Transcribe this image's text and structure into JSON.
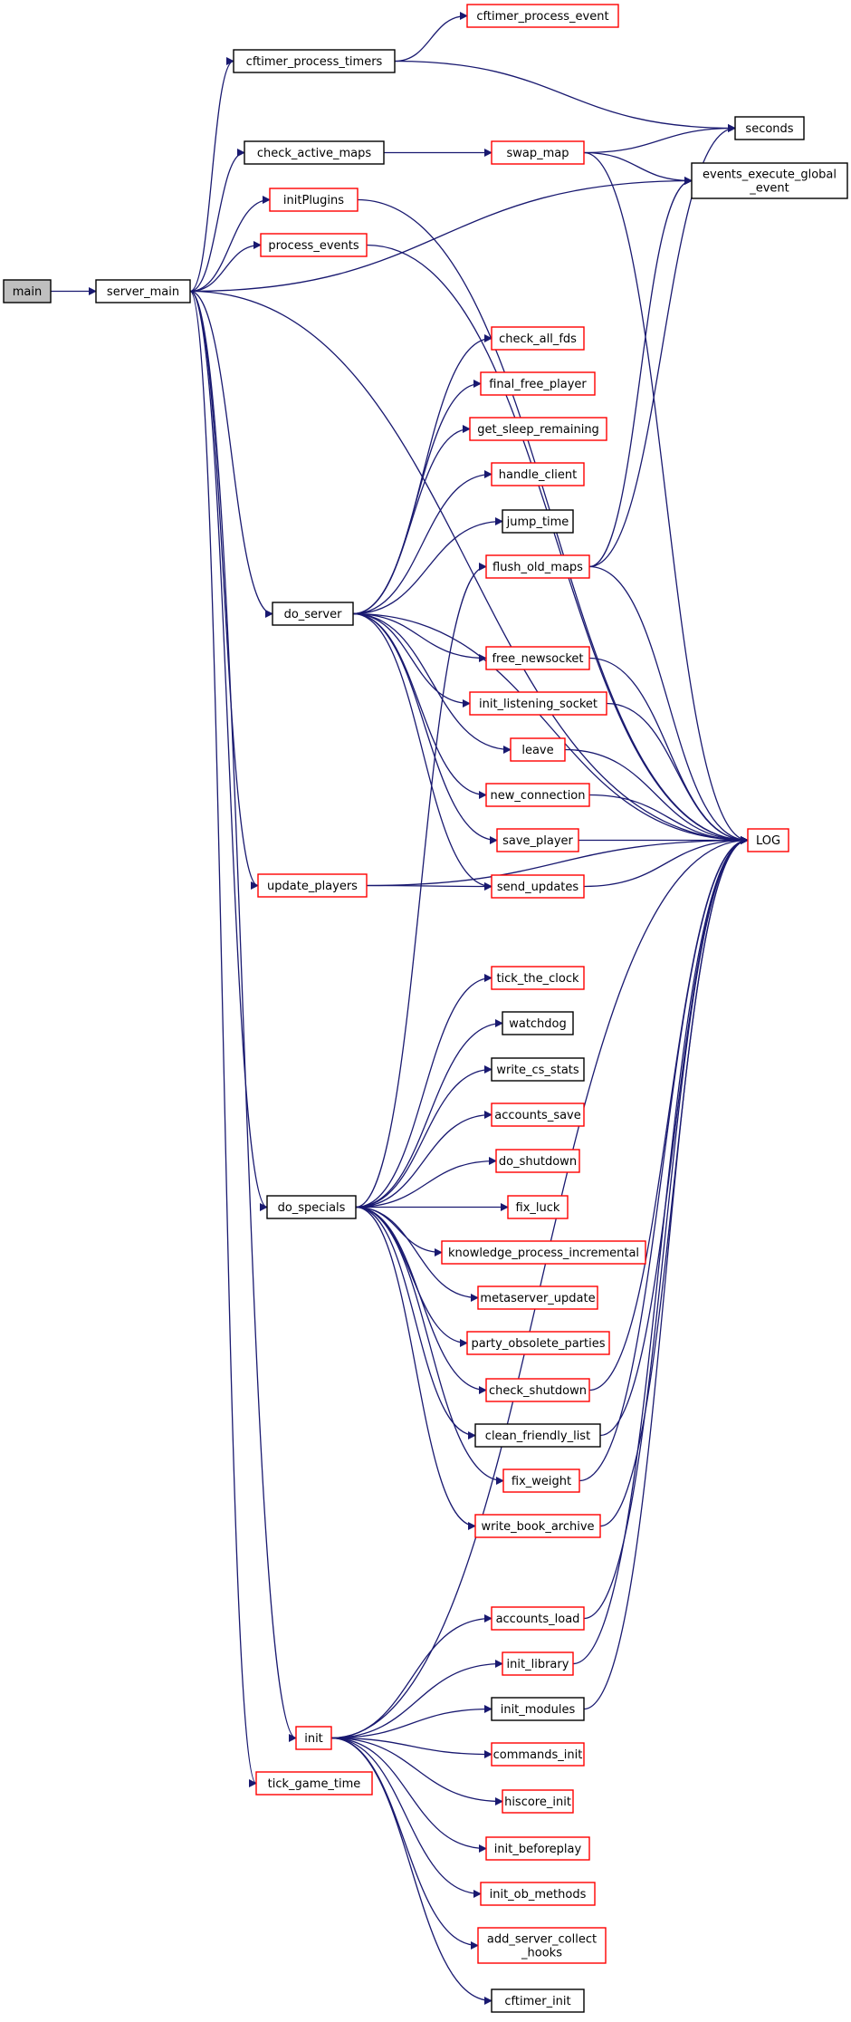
{
  "colors": {
    "edge": "#191970",
    "node_border_documented": "#000000",
    "node_border_undocumented": "#ff0000",
    "root_fill": "#bfbfbf"
  },
  "nodes": [
    {
      "id": "main",
      "lines": [
        "main"
      ],
      "border": "black",
      "root": true
    },
    {
      "id": "server_main",
      "lines": [
        "server_main"
      ],
      "border": "black"
    },
    {
      "id": "cftimer_process_timers",
      "lines": [
        "cftimer_process_timers"
      ],
      "border": "black"
    },
    {
      "id": "cftimer_process_event",
      "lines": [
        "cftimer_process_event"
      ],
      "border": "red"
    },
    {
      "id": "seconds",
      "lines": [
        "seconds"
      ],
      "border": "black"
    },
    {
      "id": "check_active_maps",
      "lines": [
        "check_active_maps"
      ],
      "border": "black"
    },
    {
      "id": "swap_map",
      "lines": [
        "swap_map"
      ],
      "border": "red"
    },
    {
      "id": "events_execute_global_event",
      "lines": [
        "events_execute_global",
        "_event"
      ],
      "border": "black"
    },
    {
      "id": "initPlugins",
      "lines": [
        "initPlugins"
      ],
      "border": "red"
    },
    {
      "id": "process_events",
      "lines": [
        "process_events"
      ],
      "border": "red"
    },
    {
      "id": "check_all_fds",
      "lines": [
        "check_all_fds"
      ],
      "border": "red"
    },
    {
      "id": "final_free_player",
      "lines": [
        "final_free_player"
      ],
      "border": "red"
    },
    {
      "id": "get_sleep_remaining",
      "lines": [
        "get_sleep_remaining"
      ],
      "border": "red"
    },
    {
      "id": "handle_client",
      "lines": [
        "handle_client"
      ],
      "border": "red"
    },
    {
      "id": "jump_time",
      "lines": [
        "jump_time"
      ],
      "border": "black"
    },
    {
      "id": "flush_old_maps",
      "lines": [
        "flush_old_maps"
      ],
      "border": "red"
    },
    {
      "id": "do_server",
      "lines": [
        "do_server"
      ],
      "border": "black"
    },
    {
      "id": "free_newsocket",
      "lines": [
        "free_newsocket"
      ],
      "border": "red"
    },
    {
      "id": "init_listening_socket",
      "lines": [
        "init_listening_socket"
      ],
      "border": "red"
    },
    {
      "id": "leave",
      "lines": [
        "leave"
      ],
      "border": "red"
    },
    {
      "id": "new_connection",
      "lines": [
        "new_connection"
      ],
      "border": "red"
    },
    {
      "id": "save_player",
      "lines": [
        "save_player"
      ],
      "border": "red"
    },
    {
      "id": "LOG",
      "lines": [
        "LOG"
      ],
      "border": "red"
    },
    {
      "id": "update_players",
      "lines": [
        "update_players"
      ],
      "border": "red"
    },
    {
      "id": "send_updates",
      "lines": [
        "send_updates"
      ],
      "border": "red"
    },
    {
      "id": "tick_the_clock",
      "lines": [
        "tick_the_clock"
      ],
      "border": "red"
    },
    {
      "id": "watchdog",
      "lines": [
        "watchdog"
      ],
      "border": "black"
    },
    {
      "id": "write_cs_stats",
      "lines": [
        "write_cs_stats"
      ],
      "border": "black"
    },
    {
      "id": "accounts_save",
      "lines": [
        "accounts_save"
      ],
      "border": "red"
    },
    {
      "id": "do_shutdown",
      "lines": [
        "do_shutdown"
      ],
      "border": "red"
    },
    {
      "id": "do_specials",
      "lines": [
        "do_specials"
      ],
      "border": "black"
    },
    {
      "id": "fix_luck",
      "lines": [
        "fix_luck"
      ],
      "border": "red"
    },
    {
      "id": "knowledge_process_incremental",
      "lines": [
        "knowledge_process_incremental"
      ],
      "border": "red"
    },
    {
      "id": "metaserver_update",
      "lines": [
        "metaserver_update"
      ],
      "border": "red"
    },
    {
      "id": "party_obsolete_parties",
      "lines": [
        "party_obsolete_parties"
      ],
      "border": "red"
    },
    {
      "id": "check_shutdown",
      "lines": [
        "check_shutdown"
      ],
      "border": "red"
    },
    {
      "id": "clean_friendly_list",
      "lines": [
        "clean_friendly_list"
      ],
      "border": "black"
    },
    {
      "id": "fix_weight",
      "lines": [
        "fix_weight"
      ],
      "border": "red"
    },
    {
      "id": "write_book_archive",
      "lines": [
        "write_book_archive"
      ],
      "border": "red"
    },
    {
      "id": "accounts_load",
      "lines": [
        "accounts_load"
      ],
      "border": "red"
    },
    {
      "id": "init_library",
      "lines": [
        "init_library"
      ],
      "border": "red"
    },
    {
      "id": "init_modules",
      "lines": [
        "init_modules"
      ],
      "border": "black"
    },
    {
      "id": "init",
      "lines": [
        "init"
      ],
      "border": "red"
    },
    {
      "id": "commands_init",
      "lines": [
        "commands_init"
      ],
      "border": "red"
    },
    {
      "id": "tick_game_time",
      "lines": [
        "tick_game_time"
      ],
      "border": "red"
    },
    {
      "id": "hiscore_init",
      "lines": [
        "hiscore_init"
      ],
      "border": "red"
    },
    {
      "id": "init_beforeplay",
      "lines": [
        "init_beforeplay"
      ],
      "border": "red"
    },
    {
      "id": "init_ob_methods",
      "lines": [
        "init_ob_methods"
      ],
      "border": "red"
    },
    {
      "id": "add_server_collect_hooks",
      "lines": [
        "add_server_collect",
        "_hooks"
      ],
      "border": "red"
    },
    {
      "id": "cftimer_init",
      "lines": [
        "cftimer_init"
      ],
      "border": "black"
    }
  ],
  "edges": [
    [
      "main",
      "server_main"
    ],
    [
      "server_main",
      "cftimer_process_timers"
    ],
    [
      "cftimer_process_timers",
      "cftimer_process_event"
    ],
    [
      "cftimer_process_timers",
      "seconds"
    ],
    [
      "server_main",
      "check_active_maps"
    ],
    [
      "check_active_maps",
      "swap_map"
    ],
    [
      "swap_map",
      "seconds"
    ],
    [
      "swap_map",
      "events_execute_global_event"
    ],
    [
      "swap_map",
      "LOG"
    ],
    [
      "server_main",
      "events_execute_global_event"
    ],
    [
      "server_main",
      "initPlugins"
    ],
    [
      "initPlugins",
      "LOG"
    ],
    [
      "server_main",
      "process_events"
    ],
    [
      "process_events",
      "LOG"
    ],
    [
      "server_main",
      "LOG"
    ],
    [
      "server_main",
      "do_server"
    ],
    [
      "server_main",
      "update_players"
    ],
    [
      "server_main",
      "do_specials"
    ],
    [
      "server_main",
      "init"
    ],
    [
      "server_main",
      "tick_game_time"
    ],
    [
      "do_server",
      "check_all_fds"
    ],
    [
      "do_server",
      "final_free_player"
    ],
    [
      "do_server",
      "get_sleep_remaining"
    ],
    [
      "do_server",
      "handle_client"
    ],
    [
      "do_server",
      "jump_time"
    ],
    [
      "do_server",
      "LOG"
    ],
    [
      "do_server",
      "free_newsocket"
    ],
    [
      "do_server",
      "init_listening_socket"
    ],
    [
      "do_server",
      "leave"
    ],
    [
      "do_server",
      "new_connection"
    ],
    [
      "do_server",
      "save_player"
    ],
    [
      "do_server",
      "send_updates"
    ],
    [
      "flush_old_maps",
      "seconds"
    ],
    [
      "flush_old_maps",
      "events_execute_global_event"
    ],
    [
      "flush_old_maps",
      "LOG"
    ],
    [
      "free_newsocket",
      "LOG"
    ],
    [
      "init_listening_socket",
      "LOG"
    ],
    [
      "leave",
      "LOG"
    ],
    [
      "new_connection",
      "LOG"
    ],
    [
      "save_player",
      "LOG"
    ],
    [
      "send_updates",
      "LOG"
    ],
    [
      "update_players",
      "send_updates"
    ],
    [
      "update_players",
      "LOG"
    ],
    [
      "do_specials",
      "flush_old_maps"
    ],
    [
      "do_specials",
      "tick_the_clock"
    ],
    [
      "do_specials",
      "watchdog"
    ],
    [
      "do_specials",
      "write_cs_stats"
    ],
    [
      "do_specials",
      "accounts_save"
    ],
    [
      "do_specials",
      "do_shutdown"
    ],
    [
      "do_specials",
      "fix_luck"
    ],
    [
      "do_specials",
      "knowledge_process_incremental"
    ],
    [
      "do_specials",
      "metaserver_update"
    ],
    [
      "do_specials",
      "party_obsolete_parties"
    ],
    [
      "do_specials",
      "check_shutdown"
    ],
    [
      "do_specials",
      "clean_friendly_list"
    ],
    [
      "do_specials",
      "fix_weight"
    ],
    [
      "do_specials",
      "write_book_archive"
    ],
    [
      "check_shutdown",
      "LOG"
    ],
    [
      "clean_friendly_list",
      "LOG"
    ],
    [
      "fix_weight",
      "LOG"
    ],
    [
      "write_book_archive",
      "LOG"
    ],
    [
      "init",
      "LOG"
    ],
    [
      "init",
      "accounts_load"
    ],
    [
      "init",
      "init_library"
    ],
    [
      "init",
      "init_modules"
    ],
    [
      "init",
      "commands_init"
    ],
    [
      "init",
      "hiscore_init"
    ],
    [
      "init",
      "init_beforeplay"
    ],
    [
      "init",
      "init_ob_methods"
    ],
    [
      "init",
      "add_server_collect_hooks"
    ],
    [
      "init",
      "cftimer_init"
    ],
    [
      "accounts_load",
      "LOG"
    ],
    [
      "init_library",
      "LOG"
    ],
    [
      "init_modules",
      "LOG"
    ]
  ]
}
